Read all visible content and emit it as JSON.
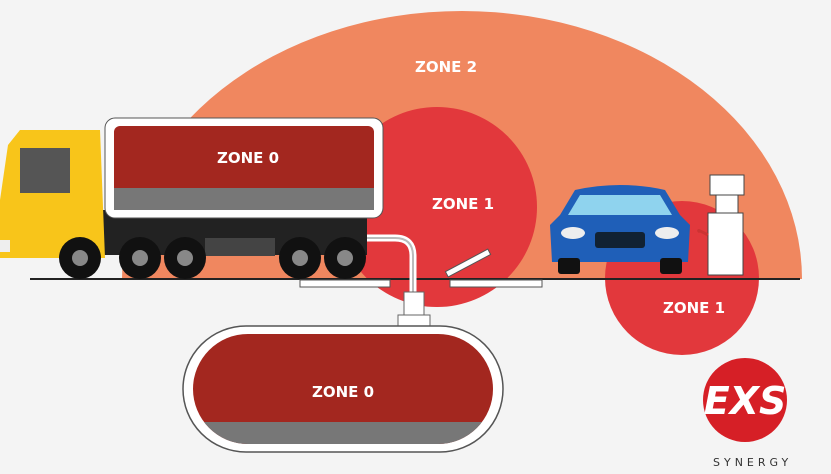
{
  "zones": {
    "zone2": "ZONE 2",
    "zone1_tank": "ZONE 1",
    "zone1_pump": "ZONE 1",
    "zone0_truck": "ZONE 0",
    "zone0_underground": "ZONE 0"
  },
  "logo": {
    "mark": "EXS",
    "name": "SYNERGY"
  },
  "colors": {
    "zone2": "#f0875f",
    "zone1": "#e2383c",
    "zone0": "#a3271f",
    "truck": "#f8c51a",
    "car": "#1f5fb8"
  }
}
